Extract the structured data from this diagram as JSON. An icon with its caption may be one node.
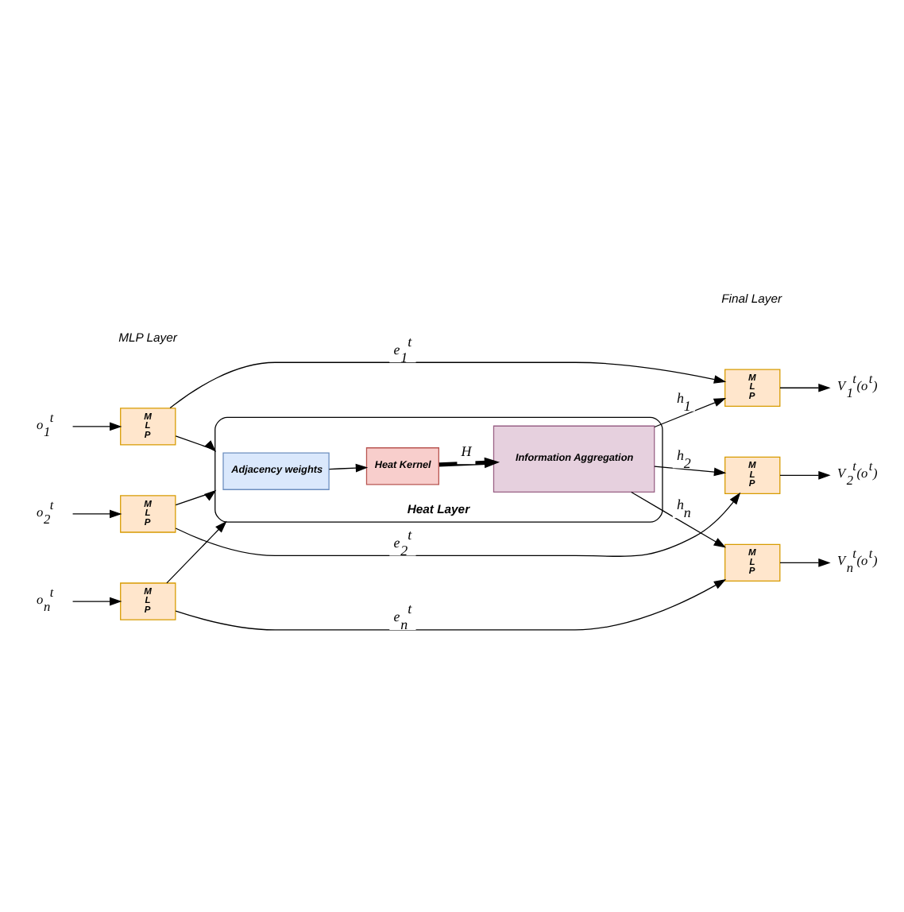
{
  "diagram": {
    "nodes": [
      {
        "text": [
          "o$_{1}$$^{t}$"
        ]
      },
      {
        "text": [
          "M L P"
        ]
      },
      {
        "text": [
          "M L P"
        ]
      },
      {
        "text": [
          "V$_{1}$$^{t}$(o$^{t}$)"
        ]
      },
      {
        "text": [
          "o$_{2}$$^{t}$"
        ]
      },
      {
        "text": [
          "M L P"
        ]
      },
      {
        "text": [
          "M L P"
        ]
      },
      {
        "text": [
          "V$_{2}$$^{t}$(o$^{t}$)"
        ]
      },
      {
        "text": [
          "o$_{n}$$^{t}$"
        ]
      },
      {
        "text": [
          "M L P"
        ]
      },
      {
        "text": [
          "M L P"
        ]
      },
      {
        "text": [
          "V$_{n}$$^{t}$(o$^{t}$)"
        ]
      },
      {
        "text": [
          "Heat Layer"
        ]
      },
      {
        "text": [
          "Adjacency weights"
        ],
        "in": 12
      },
      {
        "text": [
          "Heat Kernel"
        ],
        "in": 12
      },
      {
        "text": [
          "Information Aggregation"
        ],
        "in": 12
      }
    ],
    "edges": [
      {
        "from": 0,
        "to": 1,
        "arrow": "to"
      },
      {
        "from": 1,
        "to": 2,
        "arrow": "to",
        "label": "e$_{1}$$^{t}$"
      },
      {
        "from": 2,
        "to": 3,
        "arrow": "to"
      },
      {
        "from": 4,
        "to": 5,
        "arrow": "to"
      },
      {
        "from": 5,
        "to": 6,
        "arrow": "to",
        "label": "e$_{2}$$^{t}$"
      },
      {
        "from": 6,
        "to": 7,
        "arrow": "to"
      },
      {
        "from": 8,
        "to": 9,
        "arrow": "to"
      },
      {
        "from": 9,
        "to": 10,
        "arrow": "to",
        "label": "e$_{n}$$^{t}$"
      },
      {
        "from": 10,
        "to": 11,
        "arrow": "to"
      },
      {
        "from": 1,
        "to": 12,
        "arrow": "to"
      },
      {
        "from": 5,
        "to": 12,
        "arrow": "to"
      },
      {
        "from": 9,
        "to": 12,
        "arrow": "to"
      },
      {
        "from": 13,
        "to": 14,
        "arrow": "to"
      },
      {
        "from": 14,
        "to": 15,
        "arrow": "to",
        "style": "thick",
        "label": "H"
      },
      {
        "from": 15,
        "to": 2,
        "arrow": "to",
        "label": "h$_{1}$"
      },
      {
        "from": 15,
        "to": 6,
        "arrow": "to",
        "label": "h$_{2}$"
      },
      {
        "from": 15,
        "to": 10,
        "arrow": "to",
        "label": "h$_{n}$"
      }
    ],
    "labels": [
      "MLP Layer",
      "Final Layer"
    ]
  }
}
